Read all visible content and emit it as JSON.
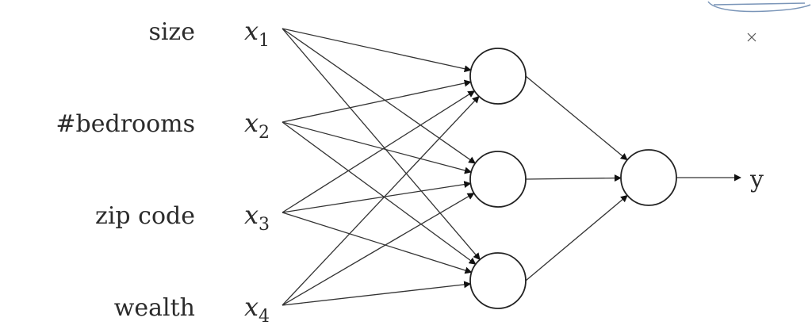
{
  "inputs": [
    {
      "feature": "size",
      "symbol": "x",
      "subscript": "1"
    },
    {
      "feature": "#bedrooms",
      "symbol": "x",
      "subscript": "2"
    },
    {
      "feature": "zip code",
      "symbol": "x",
      "subscript": "3"
    },
    {
      "feature": "wealth",
      "symbol": "x",
      "subscript": "4"
    }
  ],
  "hidden_layer": {
    "node_count": 3
  },
  "output": {
    "node_count": 1,
    "label": "y"
  },
  "colors": {
    "line": "#333333",
    "node_stroke": "#222222",
    "sketch": "#7a95b8"
  }
}
